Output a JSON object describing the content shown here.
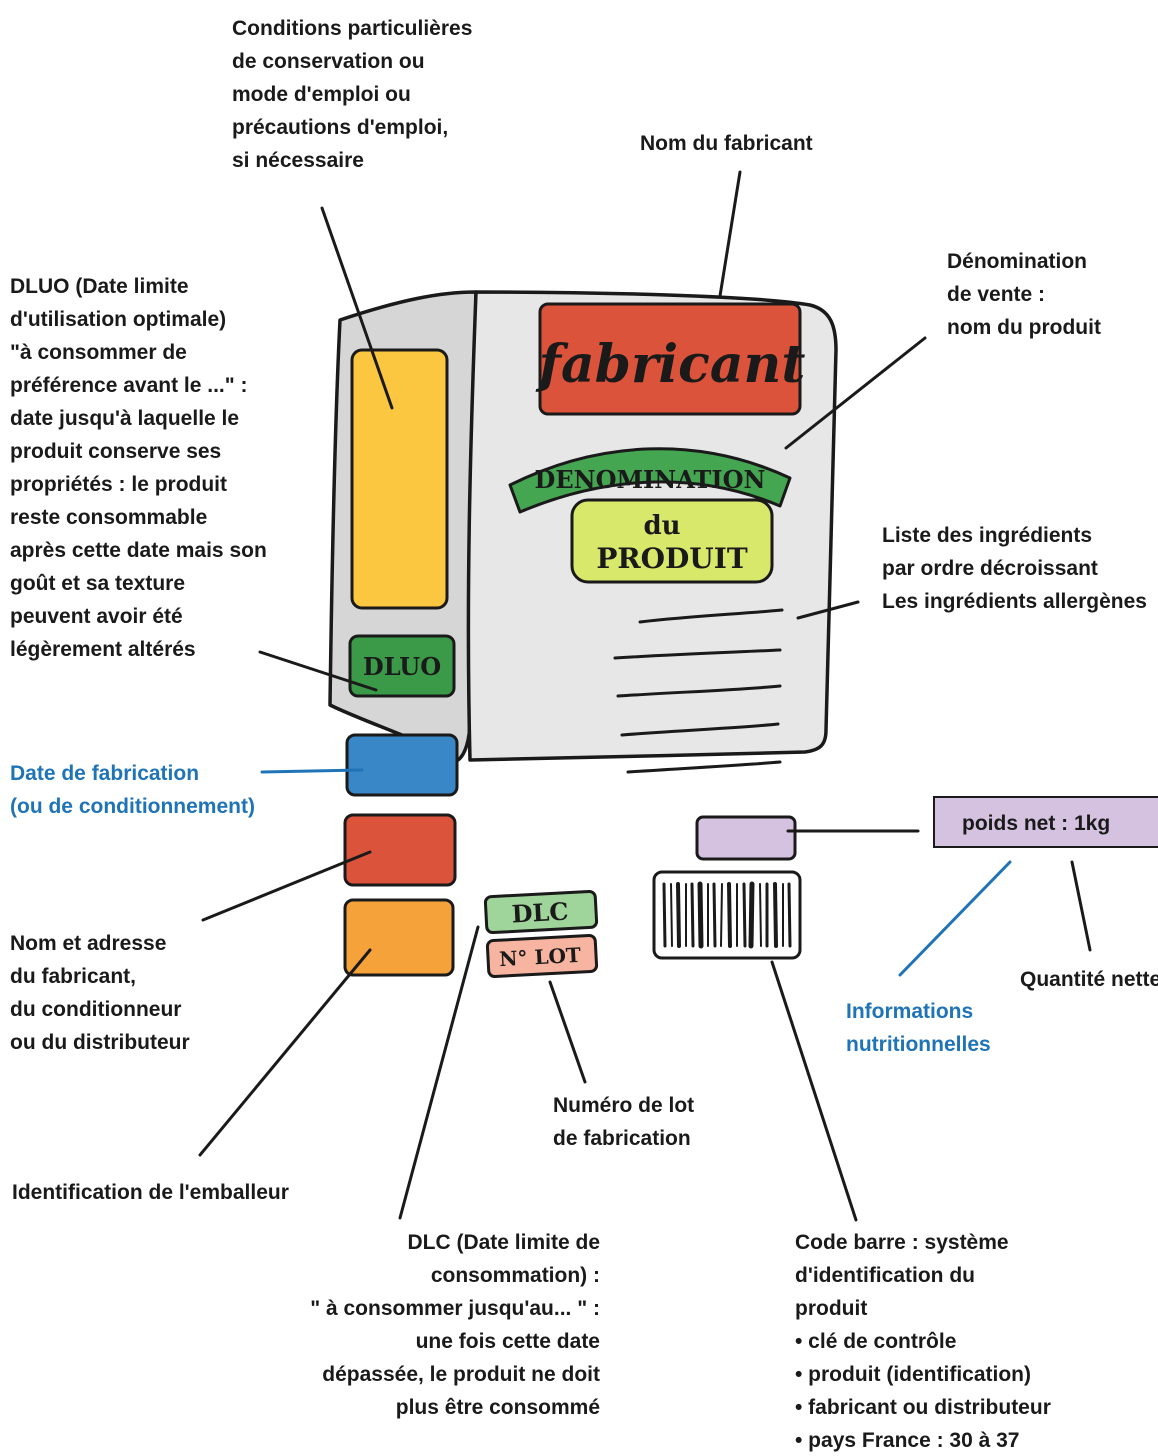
{
  "box": {
    "manufacturer_label": "fabricant",
    "denomination_banner": "DENOMINATION",
    "denomination_du": "du",
    "denomination_produit": "PRODUIT",
    "dluo_tag": "DLUO",
    "dlc_tag": "DLC",
    "lot_tag": "N° LOT"
  },
  "labels": {
    "conditions": [
      "Conditions particulières",
      "de conservation ou",
      "mode d'emploi ou",
      "précautions d'emploi,",
      "si nécessaire"
    ],
    "nom_fabricant": [
      "Nom  du fabricant"
    ],
    "denomination_vente": [
      "Dénomination",
      "de vente :",
      "nom du produit"
    ],
    "dluo": [
      "DLUO (Date limite",
      "d'utilisation optimale)",
      "\"à consommer de",
      "préférence avant le ...\" :",
      "date jusqu'à laquelle le",
      "produit conserve ses",
      "propriétés : le produit",
      "reste consommable",
      "après cette date mais son",
      "goût et sa texture",
      "peuvent avoir été",
      "légèrement altérés"
    ],
    "ingredients": [
      "Liste des ingrédients",
      "par ordre décroissant",
      "Les ingrédients allergènes"
    ],
    "date_fabrication": [
      "Date de fabrication",
      "(ou de conditionnement)"
    ],
    "poids_net": "poids net : 1kg",
    "nom_adresse": [
      "Nom et adresse",
      "du fabricant,",
      "du conditionneur",
      "ou du distributeur"
    ],
    "quantite_nette": [
      "Quantité nette"
    ],
    "informations_nutritionnelles": [
      "Informations",
      "nutritionnelles"
    ],
    "numero_lot": [
      "Numéro de lot",
      "de fabrication"
    ],
    "emballeur": [
      "Identification de l'emballeur"
    ],
    "dlc": [
      "DLC (Date limite de",
      "consommation) :",
      "\" à consommer jusqu'au... \" :",
      "une fois cette date",
      "dépassée, le produit ne doit",
      "plus être consommé"
    ],
    "code_barre": [
      "Code barre : système",
      "d'identification du",
      "produit",
      "• clé de contrôle",
      "• produit (identification)",
      "• fabricant ou distributeur",
      "• pays France : 30 à 37"
    ]
  },
  "colors": {
    "ink": "#1a1a1a",
    "blue_text": "#1f73b7",
    "box_front": "#e7e7e7",
    "box_side": "#d6d6d6",
    "yellow": "#fcc740",
    "green": "#3a9a48",
    "blue": "#3a87c8",
    "red": "#dc533b",
    "orange": "#f5a23a",
    "light_green": "#d8e86a",
    "banner_green": "#45a652",
    "lilac": "#d5c2e0",
    "salmon": "#f7b4a0",
    "pale_green": "#9fd49a"
  }
}
